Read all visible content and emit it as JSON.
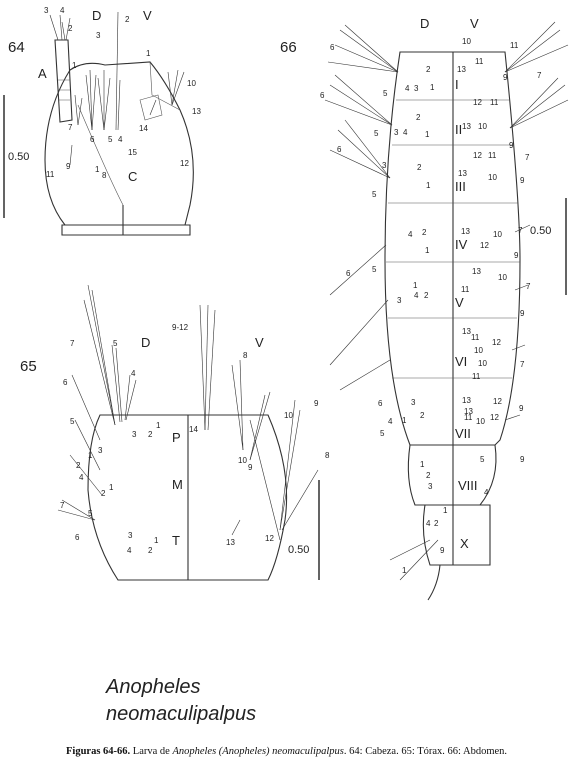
{
  "figure_64": {
    "number": "64",
    "labels": {
      "dorsal": "D",
      "ventral": "V",
      "antenna": "A",
      "cranium": "C"
    },
    "setae": [
      "1",
      "2",
      "3",
      "4",
      "1",
      "7",
      "8",
      "9",
      "10",
      "11",
      "12",
      "13",
      "14",
      "15",
      "6",
      "5",
      "4",
      "3",
      "2",
      "1"
    ],
    "scale": "0.50"
  },
  "figure_65": {
    "number": "65",
    "labels": {
      "dorsal": "D",
      "ventral": "V",
      "prothorax": "P",
      "mesothorax": "M",
      "metathorax": "T",
      "ventral_group": "9-12"
    },
    "setae": [
      "7",
      "5",
      "4",
      "6",
      "5",
      "3",
      "2",
      "1",
      "3",
      "2",
      "1",
      "4",
      "7",
      "2",
      "1",
      "6",
      "5",
      "3",
      "4",
      "1",
      "2",
      "8",
      "14",
      "10",
      "9",
      "8",
      "10",
      "9",
      "8",
      "13",
      "12"
    ],
    "scale": "0.50"
  },
  "figure_66": {
    "number": "66",
    "labels": {
      "dorsal": "D",
      "ventral": "V"
    },
    "segments": [
      "I",
      "II",
      "III",
      "IV",
      "V",
      "VI",
      "VII",
      "VIII",
      "X"
    ],
    "setae": [
      "6",
      "5",
      "4",
      "3",
      "2",
      "1",
      "10",
      "13",
      "11",
      "11",
      "9",
      "7",
      "12",
      "13",
      "10",
      "11",
      "9",
      "6",
      "5",
      "3",
      "4",
      "2",
      "1",
      "12",
      "11",
      "13",
      "7",
      "9",
      "10",
      "6",
      "5",
      "3",
      "2",
      "1",
      "13",
      "10",
      "12",
      "7",
      "9",
      "4",
      "2",
      "1",
      "13",
      "11",
      "10",
      "7",
      "10",
      "13",
      "11",
      "12",
      "7",
      "9",
      "6",
      "4",
      "2",
      "3",
      "1",
      "5",
      "13",
      "11",
      "10",
      "12",
      "9",
      "4",
      "6",
      "5",
      "1",
      "2",
      "3",
      "11",
      "10",
      "12",
      "13",
      "9",
      "1",
      "2",
      "3",
      "4",
      "5",
      "1",
      "4",
      "2",
      "9",
      "1"
    ],
    "scale": "0.50"
  },
  "species_line1": "Anopheles",
  "species_line2": "neomaculipalpus",
  "caption": {
    "lead": "Figuras 64-66.",
    "text_a": " Larva de ",
    "taxon": "Anopheles (Anopheles) neomaculipalpus",
    "text_b": ". 64: Cabeza. 65: Tórax. 66: Abdomen."
  }
}
